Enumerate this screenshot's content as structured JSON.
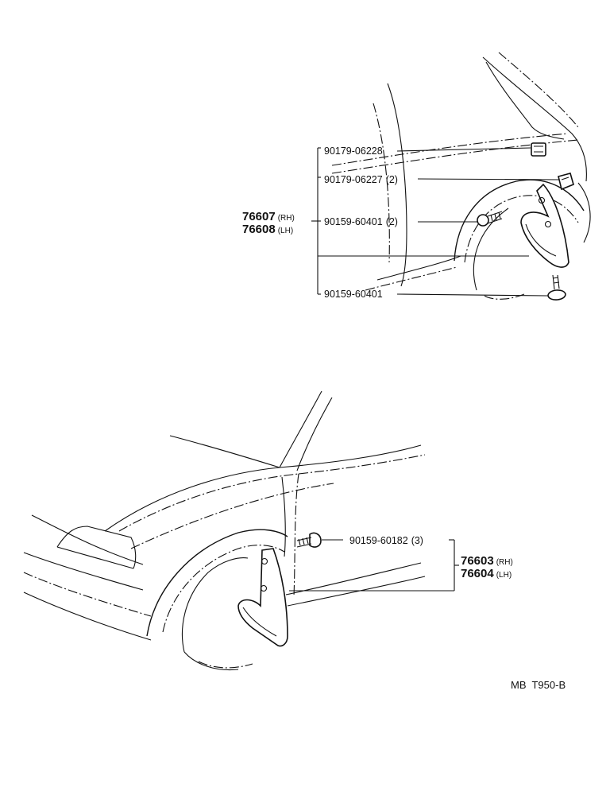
{
  "upper": {
    "callouts": [
      {
        "part_no": "90179-06228",
        "qty": ""
      },
      {
        "part_no": "90179-06227",
        "qty": "(2)"
      },
      {
        "part_no": "90159-60401",
        "qty": "(2)"
      },
      {
        "part_no": "90159-60401",
        "qty": ""
      }
    ],
    "assembly": [
      {
        "part_no": "76607",
        "side": "(RH)"
      },
      {
        "part_no": "76608",
        "side": "(LH)"
      }
    ]
  },
  "lower": {
    "callouts": [
      {
        "part_no": "90159-60182",
        "qty": "(3)"
      }
    ],
    "assembly": [
      {
        "part_no": "76603",
        "side": "(RH)"
      },
      {
        "part_no": "76604",
        "side": "(LH)"
      }
    ]
  },
  "drawing_code": "MB  T950-B"
}
